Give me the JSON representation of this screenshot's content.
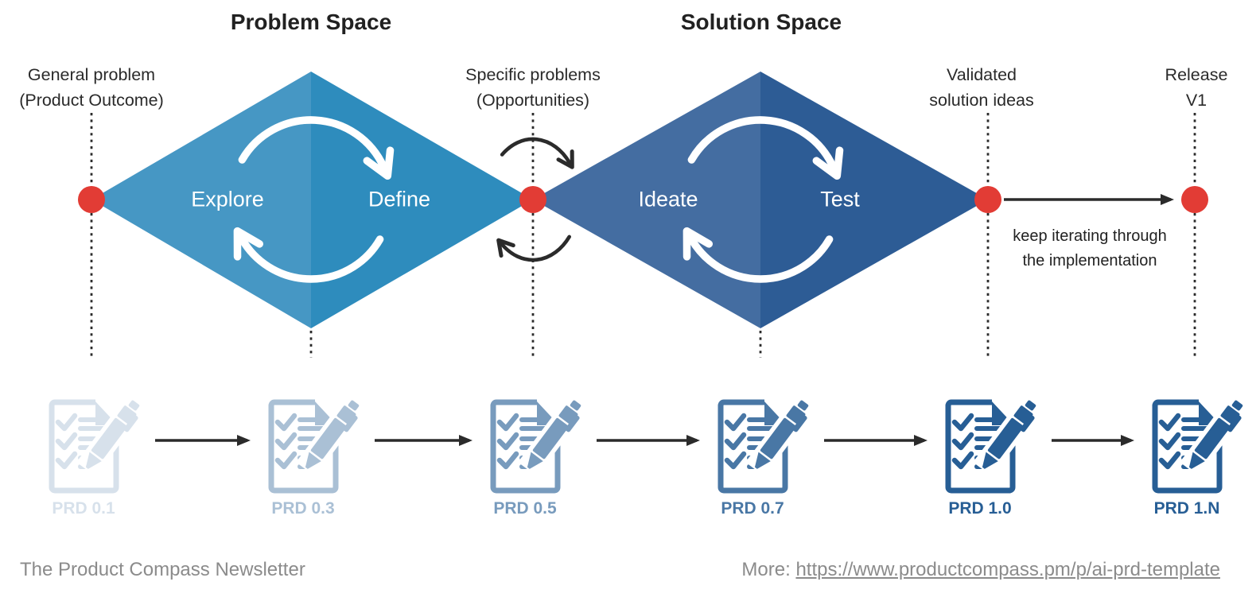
{
  "diagram": {
    "problem_space": {
      "title": "Problem Space",
      "stage_left": "Explore",
      "stage_right": "Define"
    },
    "solution_space": {
      "title": "Solution Space",
      "stage_left": "Ideate",
      "stage_right": "Test"
    },
    "milestones": [
      {
        "label": "General problem\n(Product Outcome)"
      },
      {
        "label": "Specific problems\n(Opportunities)"
      },
      {
        "label": "Validated\nsolution ideas"
      },
      {
        "label": "Release V1"
      }
    ],
    "iteration_note": "keep iterating through\nthe implementation"
  },
  "prd_flow": {
    "items": [
      {
        "label": "PRD 0.1",
        "opacity": "0.18"
      },
      {
        "label": "PRD 0.3",
        "opacity": "0.39"
      },
      {
        "label": "PRD 0.5",
        "opacity": "0.62"
      },
      {
        "label": "PRD 0.7",
        "opacity": "0.84"
      },
      {
        "label": "PRD 1.0",
        "opacity": "1"
      },
      {
        "label": "PRD 1.N",
        "opacity": "1"
      }
    ]
  },
  "footer": {
    "brand": "The Product Compass Newsletter",
    "more_label": "More: ",
    "link_text": "https://www.productcompass.pm/p/ai-prd-template"
  },
  "colors": {
    "diamond1_left": "#4697c4",
    "diamond1_right": "#2e8cbd",
    "diamond2_left": "#446da1",
    "diamond2_right": "#2d5c95",
    "milestone_dot_red": "#e23c35",
    "prd_blue": "#275e95",
    "line_black": "#2b2b2b",
    "white_arrow": "#ffffff",
    "footer_gray": "#8b8b8b",
    "title_text": "#212121"
  }
}
